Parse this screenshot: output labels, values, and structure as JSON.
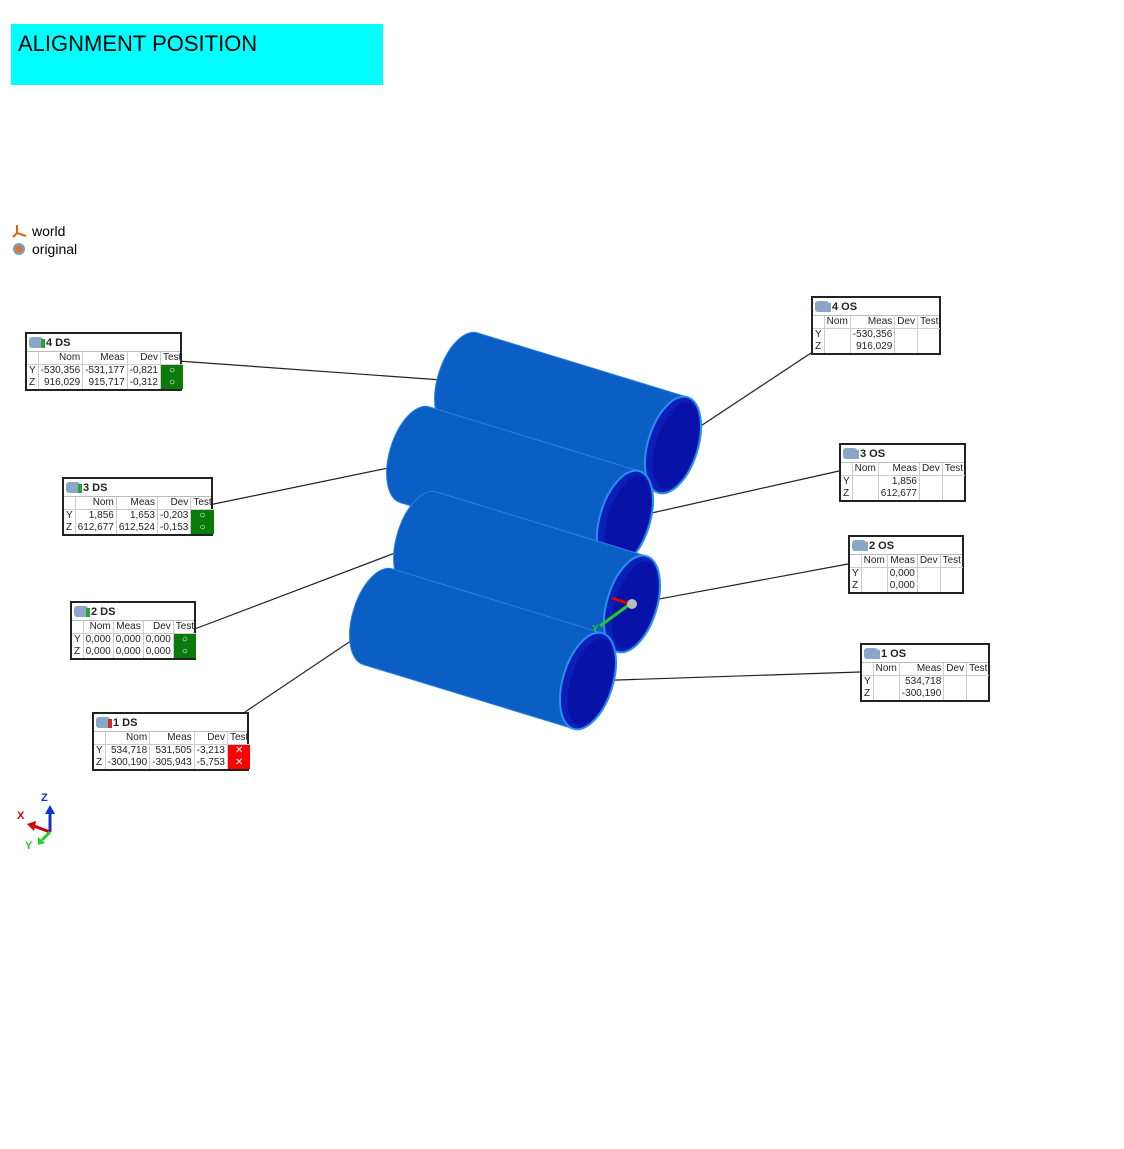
{
  "title": "ALIGNMENT POSITION",
  "legend": [
    {
      "icon": "world-frame-icon",
      "label": "world"
    },
    {
      "icon": "original-frame-icon",
      "label": "original"
    }
  ],
  "colors": {
    "title_bg": "#00ffff",
    "cylinder": "#0b5fc4",
    "pass": "#0a7a0a",
    "fail": "#ff0000"
  },
  "axes": {
    "x": "X",
    "y": "Y",
    "z": "Z"
  },
  "columns": [
    "Nom",
    "Meas",
    "Dev",
    "Test"
  ],
  "boxes": [
    {
      "id": "4-ds",
      "title": "4 DS",
      "status": "pass",
      "rows": [
        {
          "axis": "Y",
          "nom": "-530,356",
          "meas": "-531,177",
          "dev": "-0,821",
          "test": "○"
        },
        {
          "axis": "Z",
          "nom": "916,029",
          "meas": "915,717",
          "dev": "-0,312",
          "test": "○"
        }
      ]
    },
    {
      "id": "3-ds",
      "title": "3 DS",
      "status": "pass",
      "rows": [
        {
          "axis": "Y",
          "nom": "1,856",
          "meas": "1,653",
          "dev": "-0,203",
          "test": "○"
        },
        {
          "axis": "Z",
          "nom": "612,677",
          "meas": "612,524",
          "dev": "-0,153",
          "test": "○"
        }
      ]
    },
    {
      "id": "2-ds",
      "title": "2 DS",
      "status": "pass",
      "rows": [
        {
          "axis": "Y",
          "nom": "0,000",
          "meas": "0,000",
          "dev": "0,000",
          "test": "○"
        },
        {
          "axis": "Z",
          "nom": "0,000",
          "meas": "0,000",
          "dev": "0,000",
          "test": "○"
        }
      ]
    },
    {
      "id": "1-ds",
      "title": "1 DS",
      "status": "fail",
      "rows": [
        {
          "axis": "Y",
          "nom": "534,718",
          "meas": "531,505",
          "dev": "-3,213",
          "test": "✕"
        },
        {
          "axis": "Z",
          "nom": "-300,190",
          "meas": "-305,943",
          "dev": "-5,753",
          "test": "✕"
        }
      ]
    },
    {
      "id": "4-os",
      "title": "4 OS",
      "status": "none",
      "rows": [
        {
          "axis": "Y",
          "nom": "",
          "meas": "-530,356",
          "dev": "",
          "test": ""
        },
        {
          "axis": "Z",
          "nom": "",
          "meas": "916,029",
          "dev": "",
          "test": ""
        }
      ]
    },
    {
      "id": "3-os",
      "title": "3 OS",
      "status": "none",
      "rows": [
        {
          "axis": "Y",
          "nom": "",
          "meas": "1,856",
          "dev": "",
          "test": ""
        },
        {
          "axis": "Z",
          "nom": "",
          "meas": "612,677",
          "dev": "",
          "test": ""
        }
      ]
    },
    {
      "id": "2-os",
      "title": "2 OS",
      "status": "none",
      "rows": [
        {
          "axis": "Y",
          "nom": "",
          "meas": "0,000",
          "dev": "",
          "test": ""
        },
        {
          "axis": "Z",
          "nom": "",
          "meas": "0,000",
          "dev": "",
          "test": ""
        }
      ]
    },
    {
      "id": "1-os",
      "title": "1 OS",
      "status": "none",
      "rows": [
        {
          "axis": "Y",
          "nom": "",
          "meas": "534,718",
          "dev": "",
          "test": ""
        },
        {
          "axis": "Z",
          "nom": "",
          "meas": "-300,190",
          "dev": "",
          "test": ""
        }
      ]
    }
  ]
}
